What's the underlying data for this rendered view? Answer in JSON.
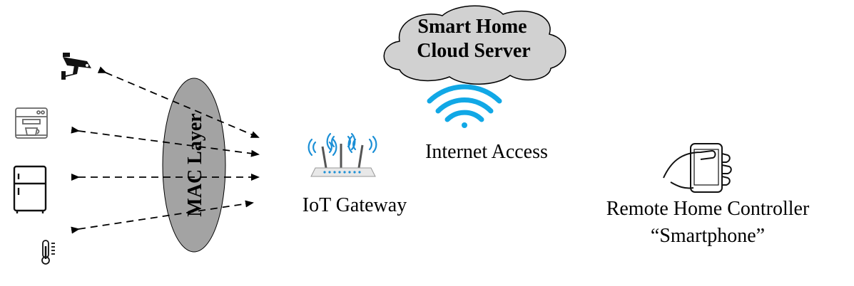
{
  "cloud": {
    "line1": "Smart Home",
    "line2": "Cloud Server",
    "fill": "#d1d1d1"
  },
  "mac_layer": {
    "label": "MAC Layer",
    "fill": "#a3a3a3"
  },
  "wifi": {
    "label": "Internet Access",
    "color": "#11a8e6"
  },
  "gateway": {
    "label": "IoT Gateway"
  },
  "remote": {
    "line1": "Remote Home Controller",
    "line2": "“Smartphone”"
  },
  "devices": [
    {
      "icon": "security-camera-icon"
    },
    {
      "icon": "coffee-machine-icon"
    },
    {
      "icon": "refrigerator-icon"
    },
    {
      "icon": "thermometer-icon"
    }
  ]
}
